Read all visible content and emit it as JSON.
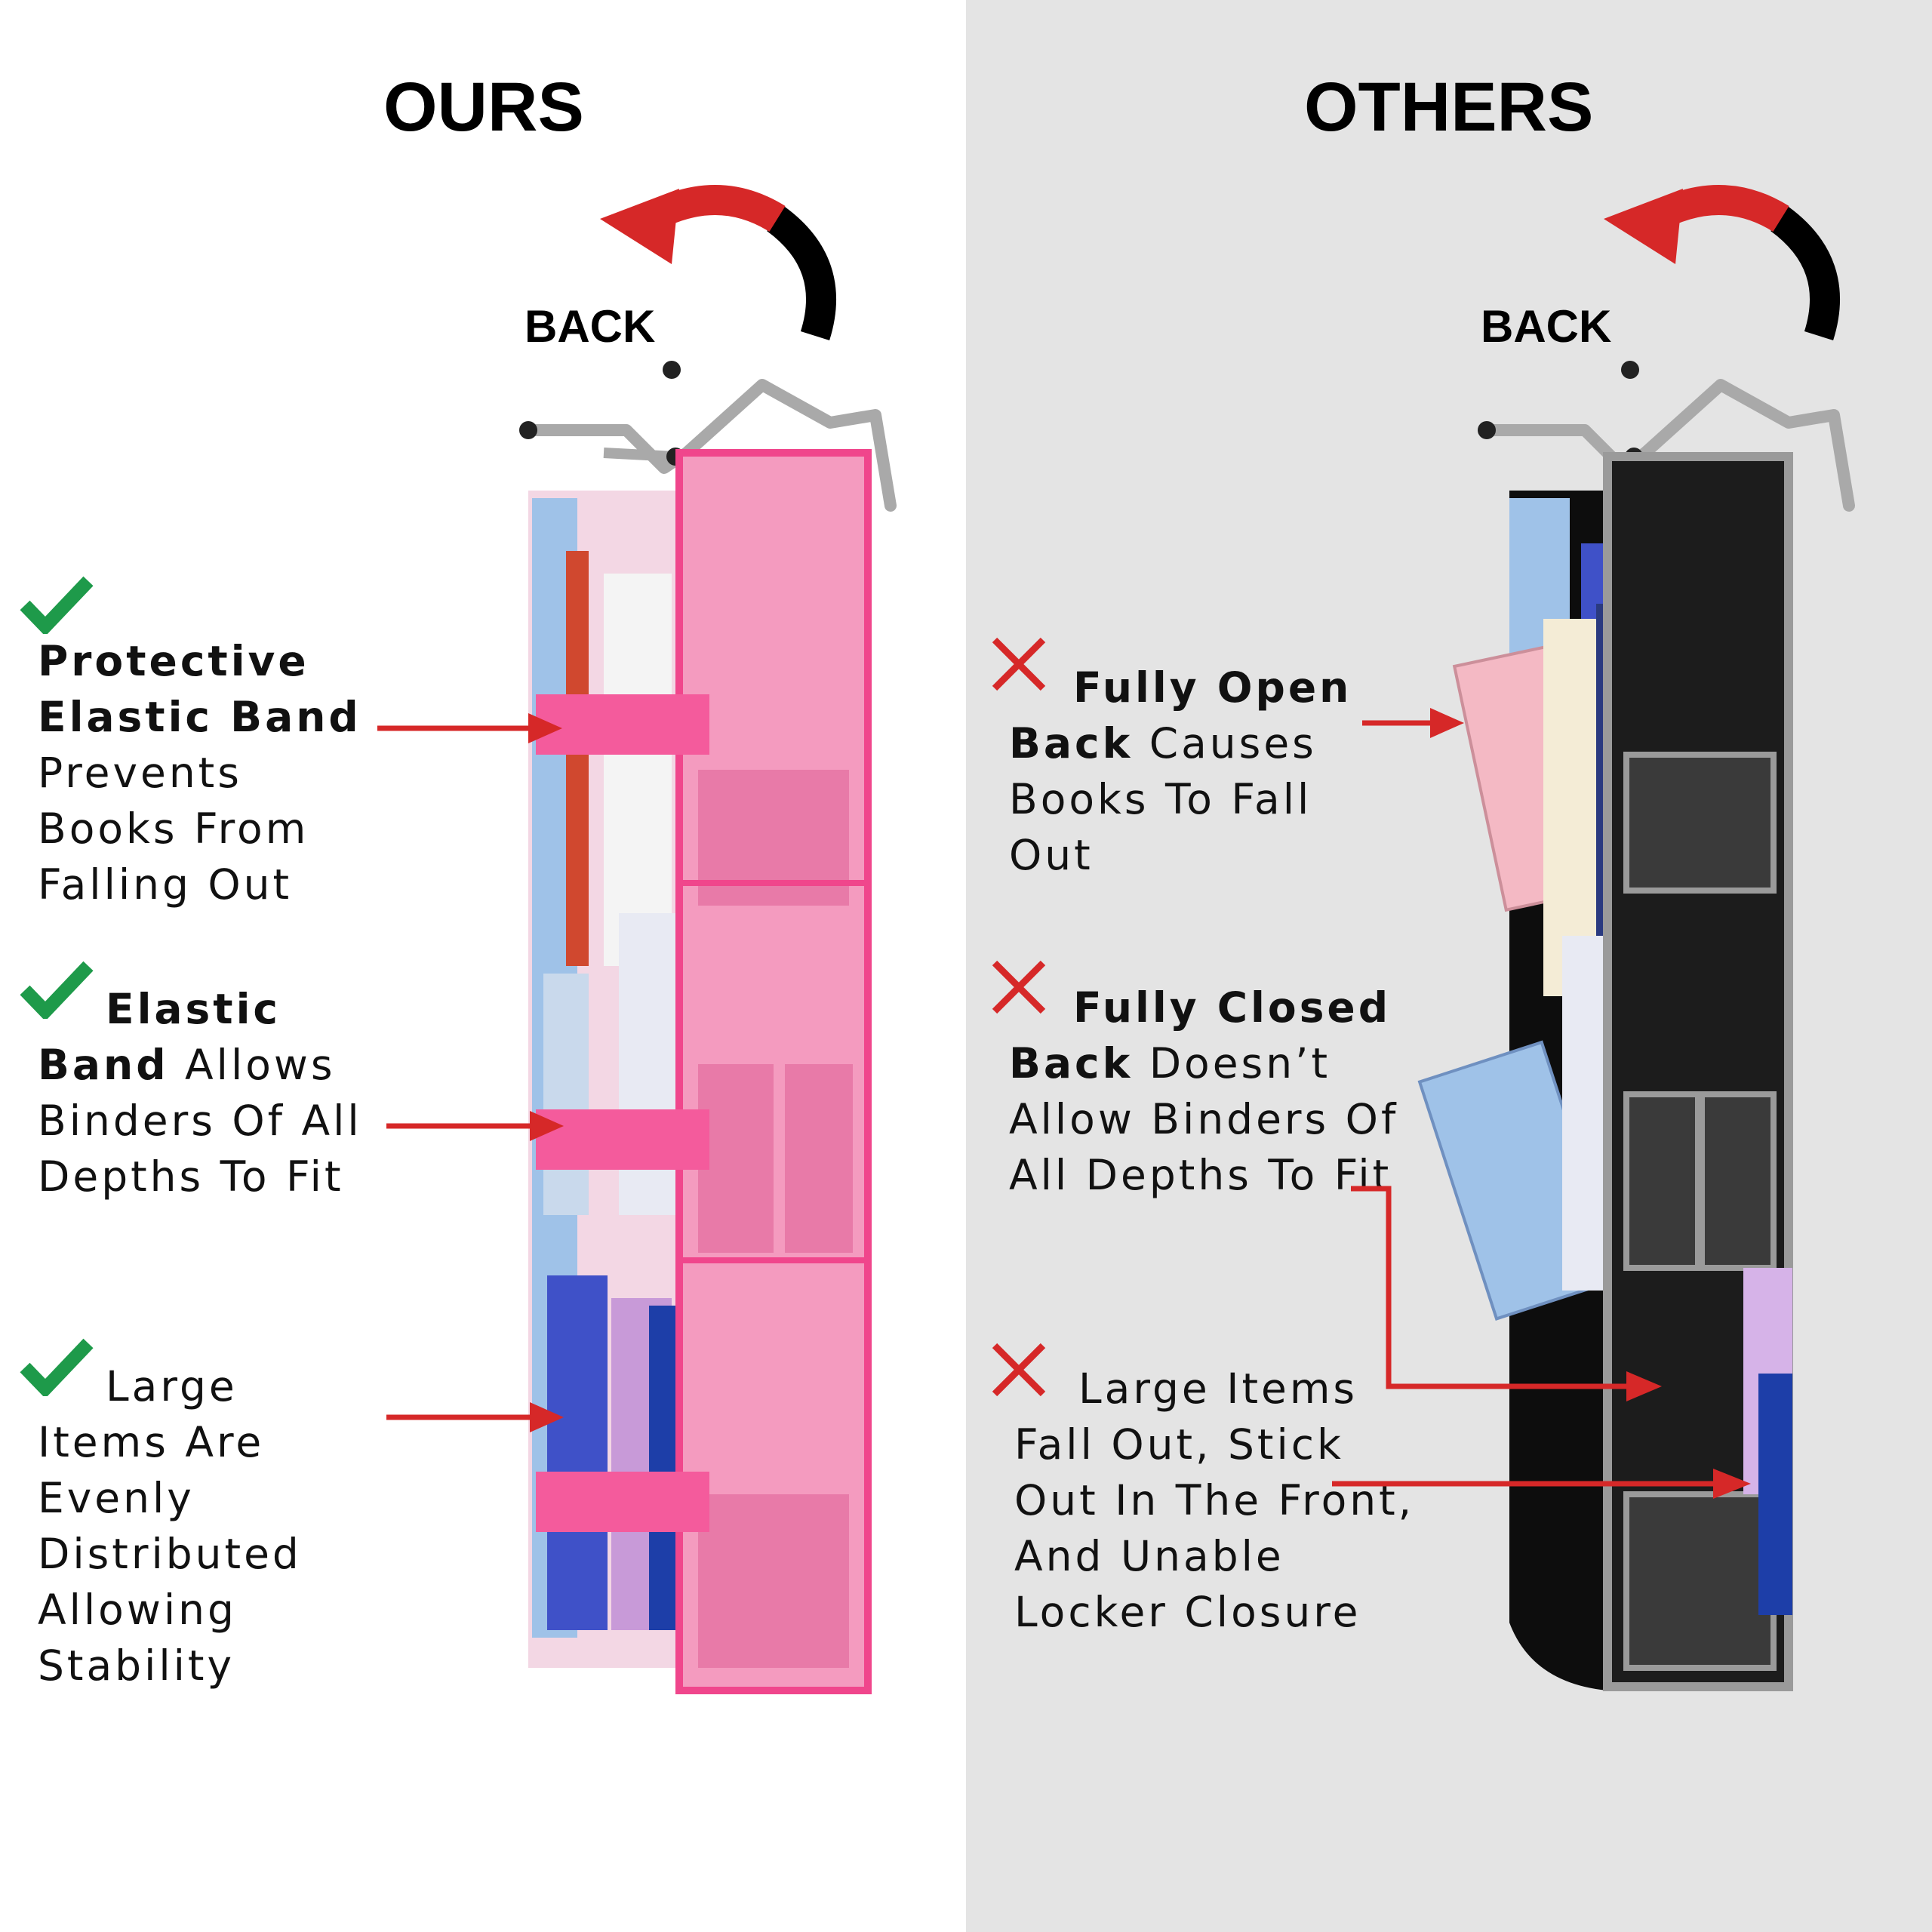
{
  "left": {
    "heading": "OURS",
    "back_label": "BACK",
    "features": [
      {
        "bold": "Protective Elastic Band",
        "rest": "Prevents Books From Falling Out",
        "icon": "check-icon"
      },
      {
        "bold": "Elastic Band",
        "rest": "Allows Binders Of All Depths To Fit",
        "icon": "check-icon"
      },
      {
        "bold": "",
        "rest": "Large Items Are Evenly Distributed Allowing Stability",
        "icon": "check-icon"
      }
    ],
    "organizer_color": "#f08cb4"
  },
  "right": {
    "heading": "OTHERS",
    "back_label": "BACK",
    "features": [
      {
        "bold": "Fully Open Back",
        "rest": "Causes Books To Fall Out",
        "icon": "x-icon"
      },
      {
        "bold": "Fully Closed Back",
        "rest": "Doesn’t Allow Binders Of All Depths To Fit",
        "icon": "x-icon"
      },
      {
        "bold": "",
        "rest": "Large Items Fall Out, Stick Out In The Front, And Unable Locker Closure",
        "icon": "x-icon"
      }
    ],
    "organizer_color": "#1c1c1c"
  },
  "colors": {
    "check": "#1e9a4a",
    "cross": "#d62828",
    "arrow": "#d62828"
  }
}
